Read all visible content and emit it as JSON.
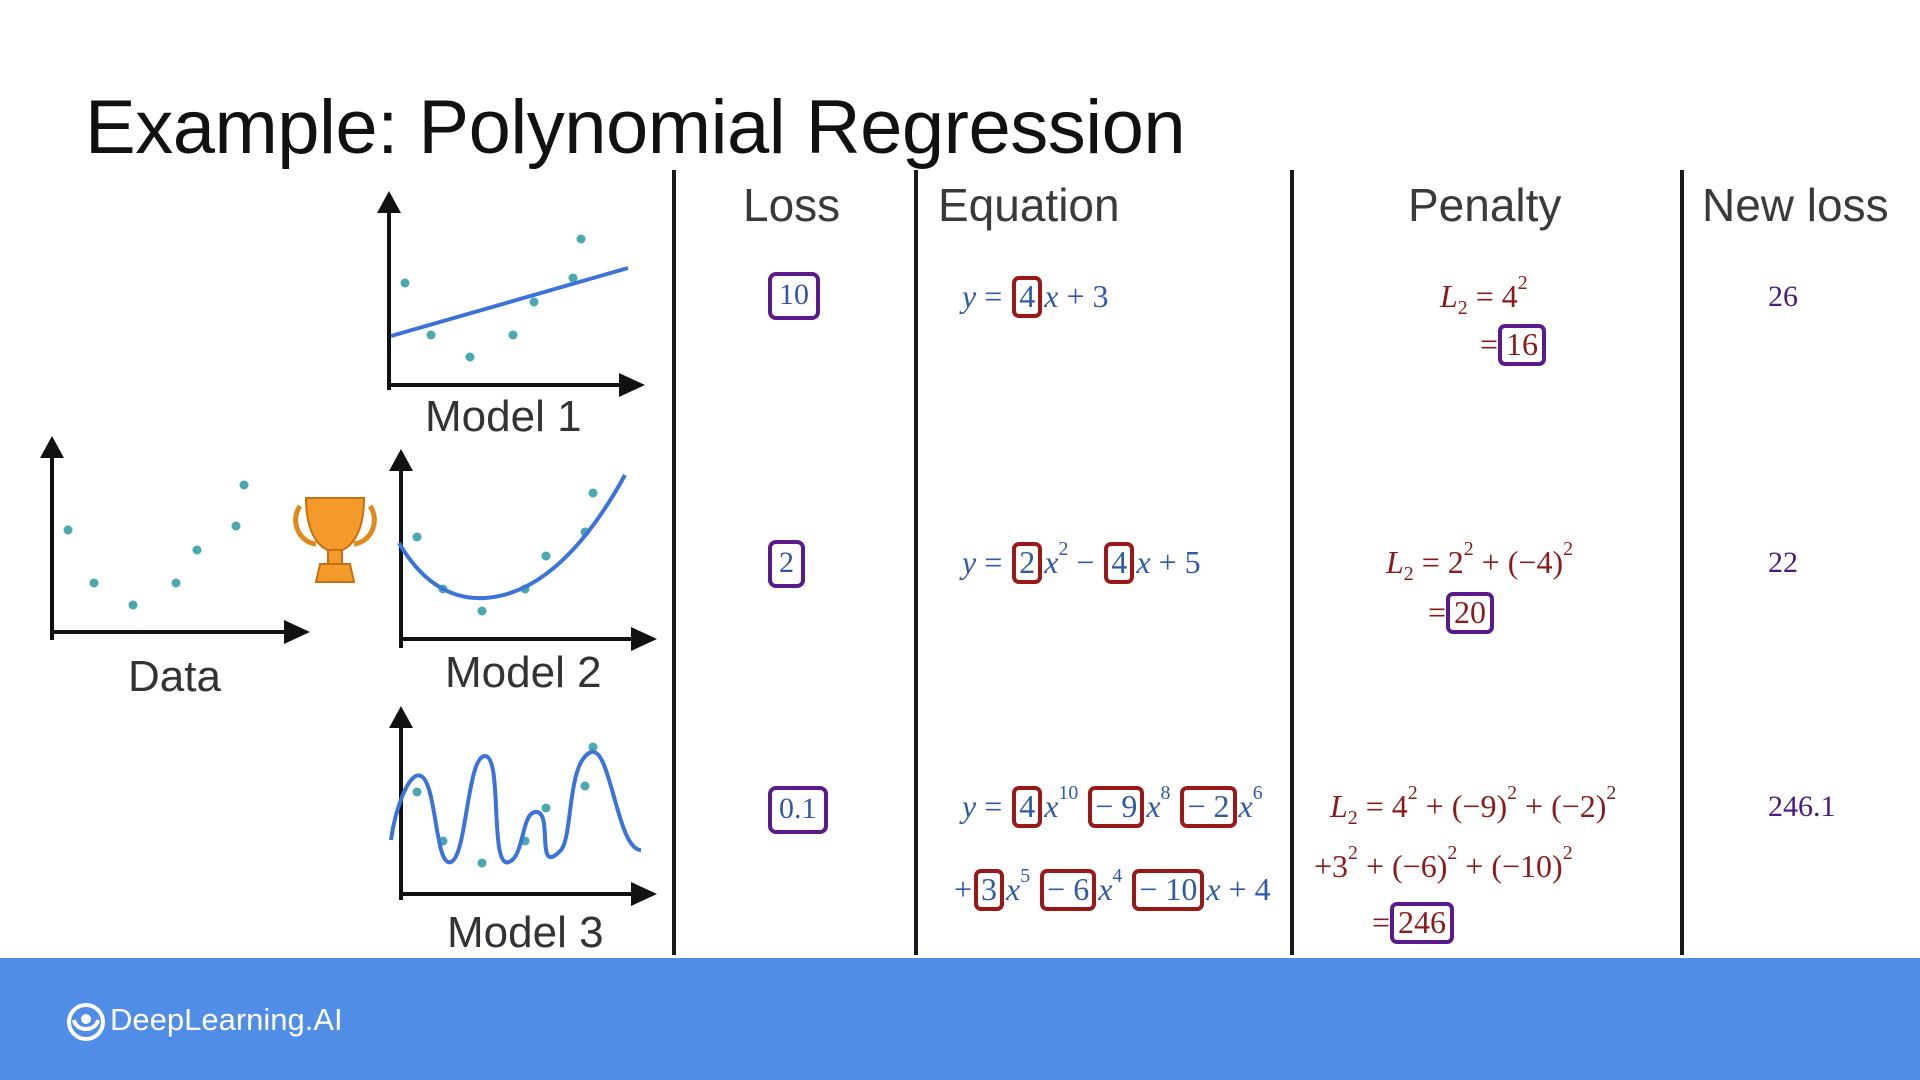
{
  "title": "Example: Polynomial Regression",
  "columns": {
    "loss": "Loss",
    "equation": "Equation",
    "penalty": "Penalty",
    "new_loss": "New loss"
  },
  "plots": {
    "data_label": "Data",
    "model1_label": "Model 1",
    "model2_label": "Model 2",
    "model3_label": "Model 3",
    "winner_icon": "trophy-icon"
  },
  "rows": [
    {
      "loss": "10",
      "new_loss": "26",
      "equation_lines": [
        "y = 4x + 3"
      ],
      "penalty_lines": [
        "L2 = 4^2",
        "= 16"
      ]
    },
    {
      "loss": "2",
      "new_loss": "22",
      "equation_lines": [
        "y = 2x^2 − 4x + 5"
      ],
      "penalty_lines": [
        "L2 = 2^2 + (−4)^2",
        "= 20"
      ]
    },
    {
      "loss": "0.1",
      "new_loss": "246.1",
      "equation_lines": [
        "y = 4x^10 − 9x^8 − 2x^6",
        "+3x^5 − 6x^4 − 10x + 4"
      ],
      "penalty_lines": [
        "L2 = 4^2 + (−9)^2 + (−2)^2",
        "+3^2 + (−6)^2 + (−10)^2",
        "= 246"
      ]
    }
  ],
  "footer": {
    "brand": "DeepLearning.AI",
    "logo_icon": "deeplearning-logo-icon",
    "background": "#4f8de6"
  },
  "colors": {
    "equation": "#2f5aa8",
    "penalty": "#8b1a1a",
    "coefficient_box": "#9a1818",
    "value_box": "#5b1a8c",
    "data_points": "#4aa8b0",
    "fit_line": "#3b73d9",
    "trophy": "#f39a2b"
  }
}
